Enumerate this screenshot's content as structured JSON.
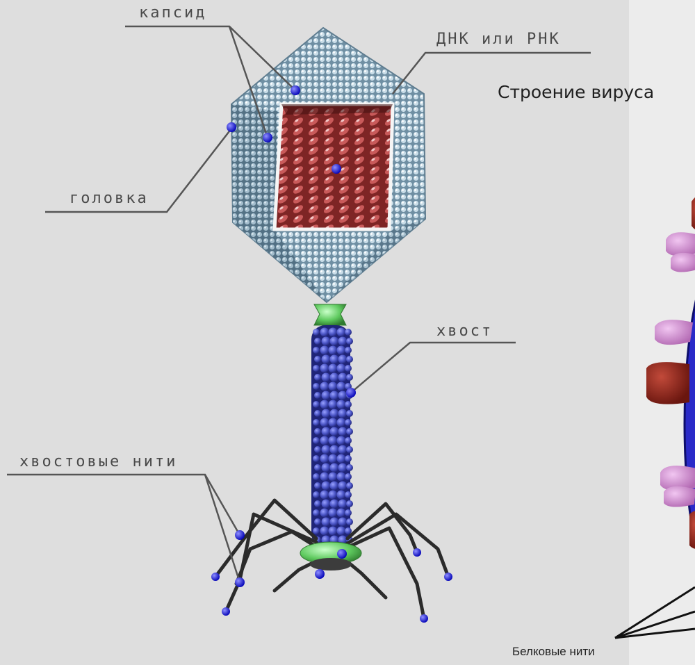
{
  "labels": {
    "capsid": "капсид",
    "dna_rna": "ДНК или РНК",
    "head": "головка",
    "tail": "хвост",
    "tail_fibers": "хвостовые нити",
    "protein_fibers": "Белковые нити"
  },
  "title": "Строение вируса",
  "colors": {
    "background": "#dedede",
    "capsid": "#8fb4c6",
    "nucleic_acid": "#b24a4a",
    "tail_sheath": "#4b55c6",
    "collar": "#6fd36f",
    "leader_line": "#555555",
    "marker": "#1a1ad8"
  }
}
